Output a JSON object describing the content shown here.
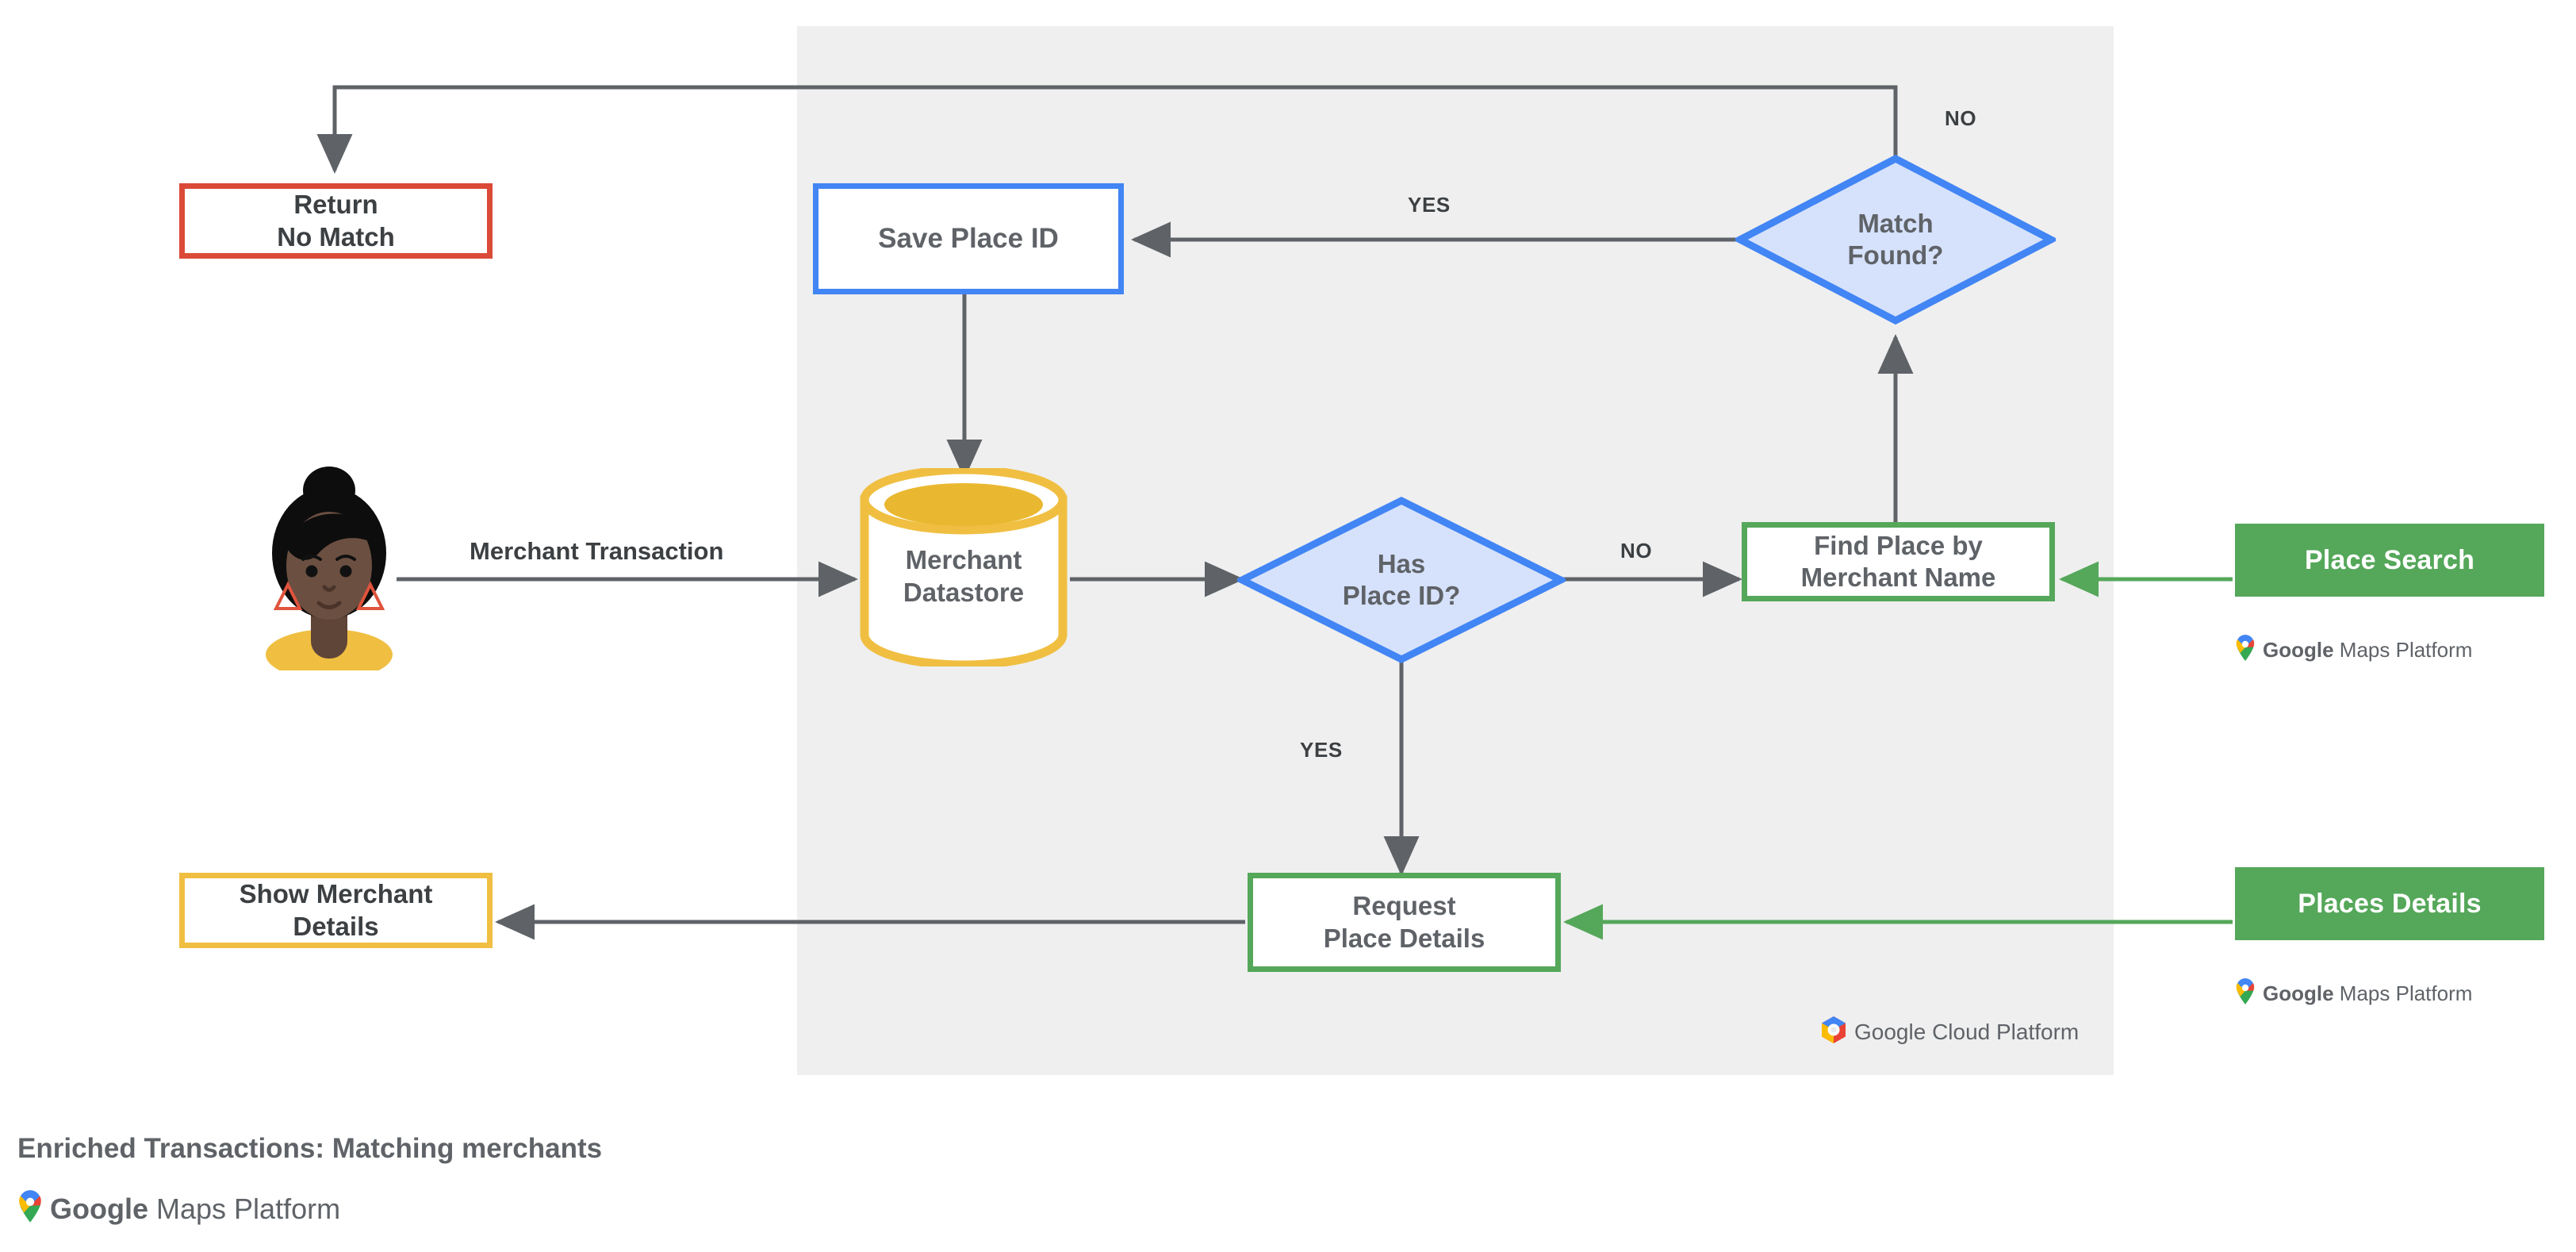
{
  "diagram": {
    "caption": "Enriched Transactions: Matching merchants",
    "panel_label": "Google Cloud Platform",
    "colors": {
      "panel_bg": "#efefef",
      "blue": "#4285f4",
      "blue_fill": "#d6e2fb",
      "green": "#55a75a",
      "red": "#db4a37",
      "yellow": "#f0bf42",
      "line": "#5f6368",
      "text": "#5f6368"
    },
    "nodes": {
      "return_no_match": {
        "line1": "Return",
        "line2": "No Match"
      },
      "save_place_id": {
        "line1": "Save Place ID"
      },
      "merchant_datastore": {
        "line1": "Merchant",
        "line2": "Datastore"
      },
      "has_place_id": {
        "line1": "Has",
        "line2": "Place ID?"
      },
      "match_found": {
        "line1": "Match",
        "line2": "Found?"
      },
      "find_place_by_merchant_name": {
        "line1": "Find Place by",
        "line2": "Merchant Name"
      },
      "request_place_details": {
        "line1": "Request",
        "line2": "Place Details"
      },
      "show_merchant_details": {
        "line1": "Show Merchant",
        "line2": "Details"
      }
    },
    "buttons": {
      "place_search": {
        "label": "Place Search",
        "logo": "Google Maps Platform"
      },
      "places_details": {
        "label": "Places Details",
        "logo": "Google Maps Platform"
      }
    },
    "edge_labels": {
      "merchant_transaction": "Merchant Transaction",
      "has_place_id_no": "NO",
      "has_place_id_yes": "YES",
      "match_found_yes": "YES",
      "match_found_no": "NO"
    },
    "footer": {
      "logo_google": "Google",
      "logo_rest": "Maps Platform"
    },
    "logo_marks": {
      "maps_pin": "maps-pin-icon",
      "cloud_hexagon": "cloud-hexagon-icon",
      "avatar": "person-avatar-icon"
    }
  }
}
